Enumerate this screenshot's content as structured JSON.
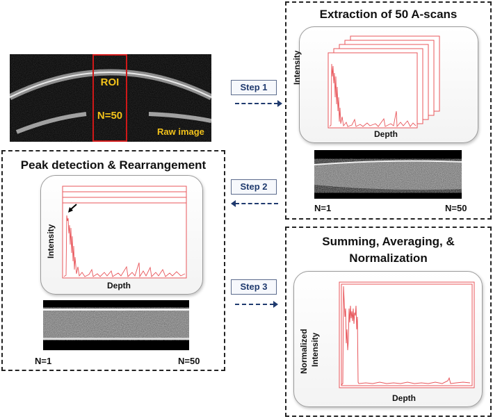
{
  "raw_image": {
    "roi_label": "ROI",
    "n_label": "N=50",
    "caption": "Raw image"
  },
  "steps": [
    {
      "label": "Step 1"
    },
    {
      "label": "Step 2"
    },
    {
      "label": "Step 3"
    }
  ],
  "panel_extraction": {
    "title": "Extraction of 50 A-scans",
    "ylabel": "Intensity",
    "xlabel": "Depth",
    "n_start": "N=1",
    "n_end": "N=50"
  },
  "panel_peak": {
    "title": "Peak detection & Rearrangement",
    "ylabel": "Intensity",
    "xlabel": "Depth",
    "n_start": "N=1",
    "n_end": "N=50"
  },
  "panel_summing": {
    "title_line1": "Summing, Averaging, &",
    "title_line2": "Normalization",
    "ylabel_line1": "Normalized",
    "ylabel_line2": "Intensity",
    "xlabel": "Depth"
  },
  "colors": {
    "roi_box": "#d01818",
    "yellow_text": "#f2c21b",
    "trace": "#e8555a",
    "step_text": "#1f3a6e"
  }
}
